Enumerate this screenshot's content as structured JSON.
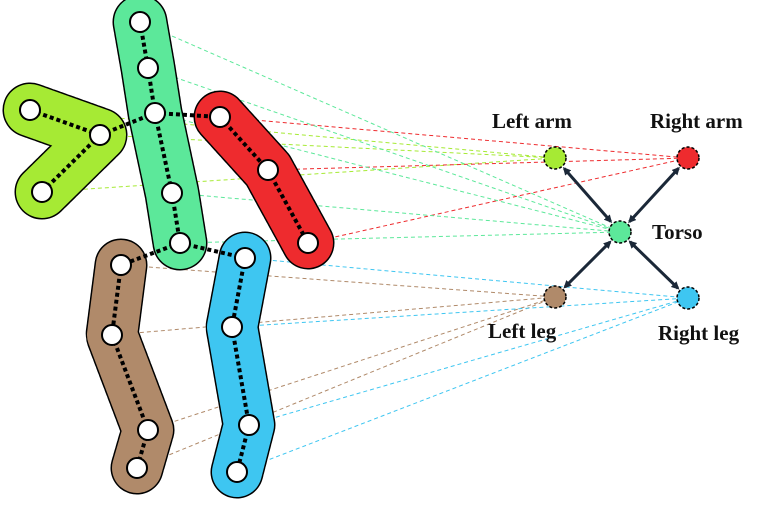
{
  "colors": {
    "left_arm": "#a6ea34",
    "right_arm": "#ee2b2e",
    "torso": "#5ce89a",
    "left_leg": "#b08a6a",
    "right_leg": "#3ec6f1",
    "arrow": "#1b2838"
  },
  "parts": {
    "left_arm": {
      "label": "Left arm"
    },
    "right_arm": {
      "label": "Right arm"
    },
    "torso": {
      "label": "Torso"
    },
    "left_leg": {
      "label": "Left leg"
    },
    "right_leg": {
      "label": "Right leg"
    }
  }
}
